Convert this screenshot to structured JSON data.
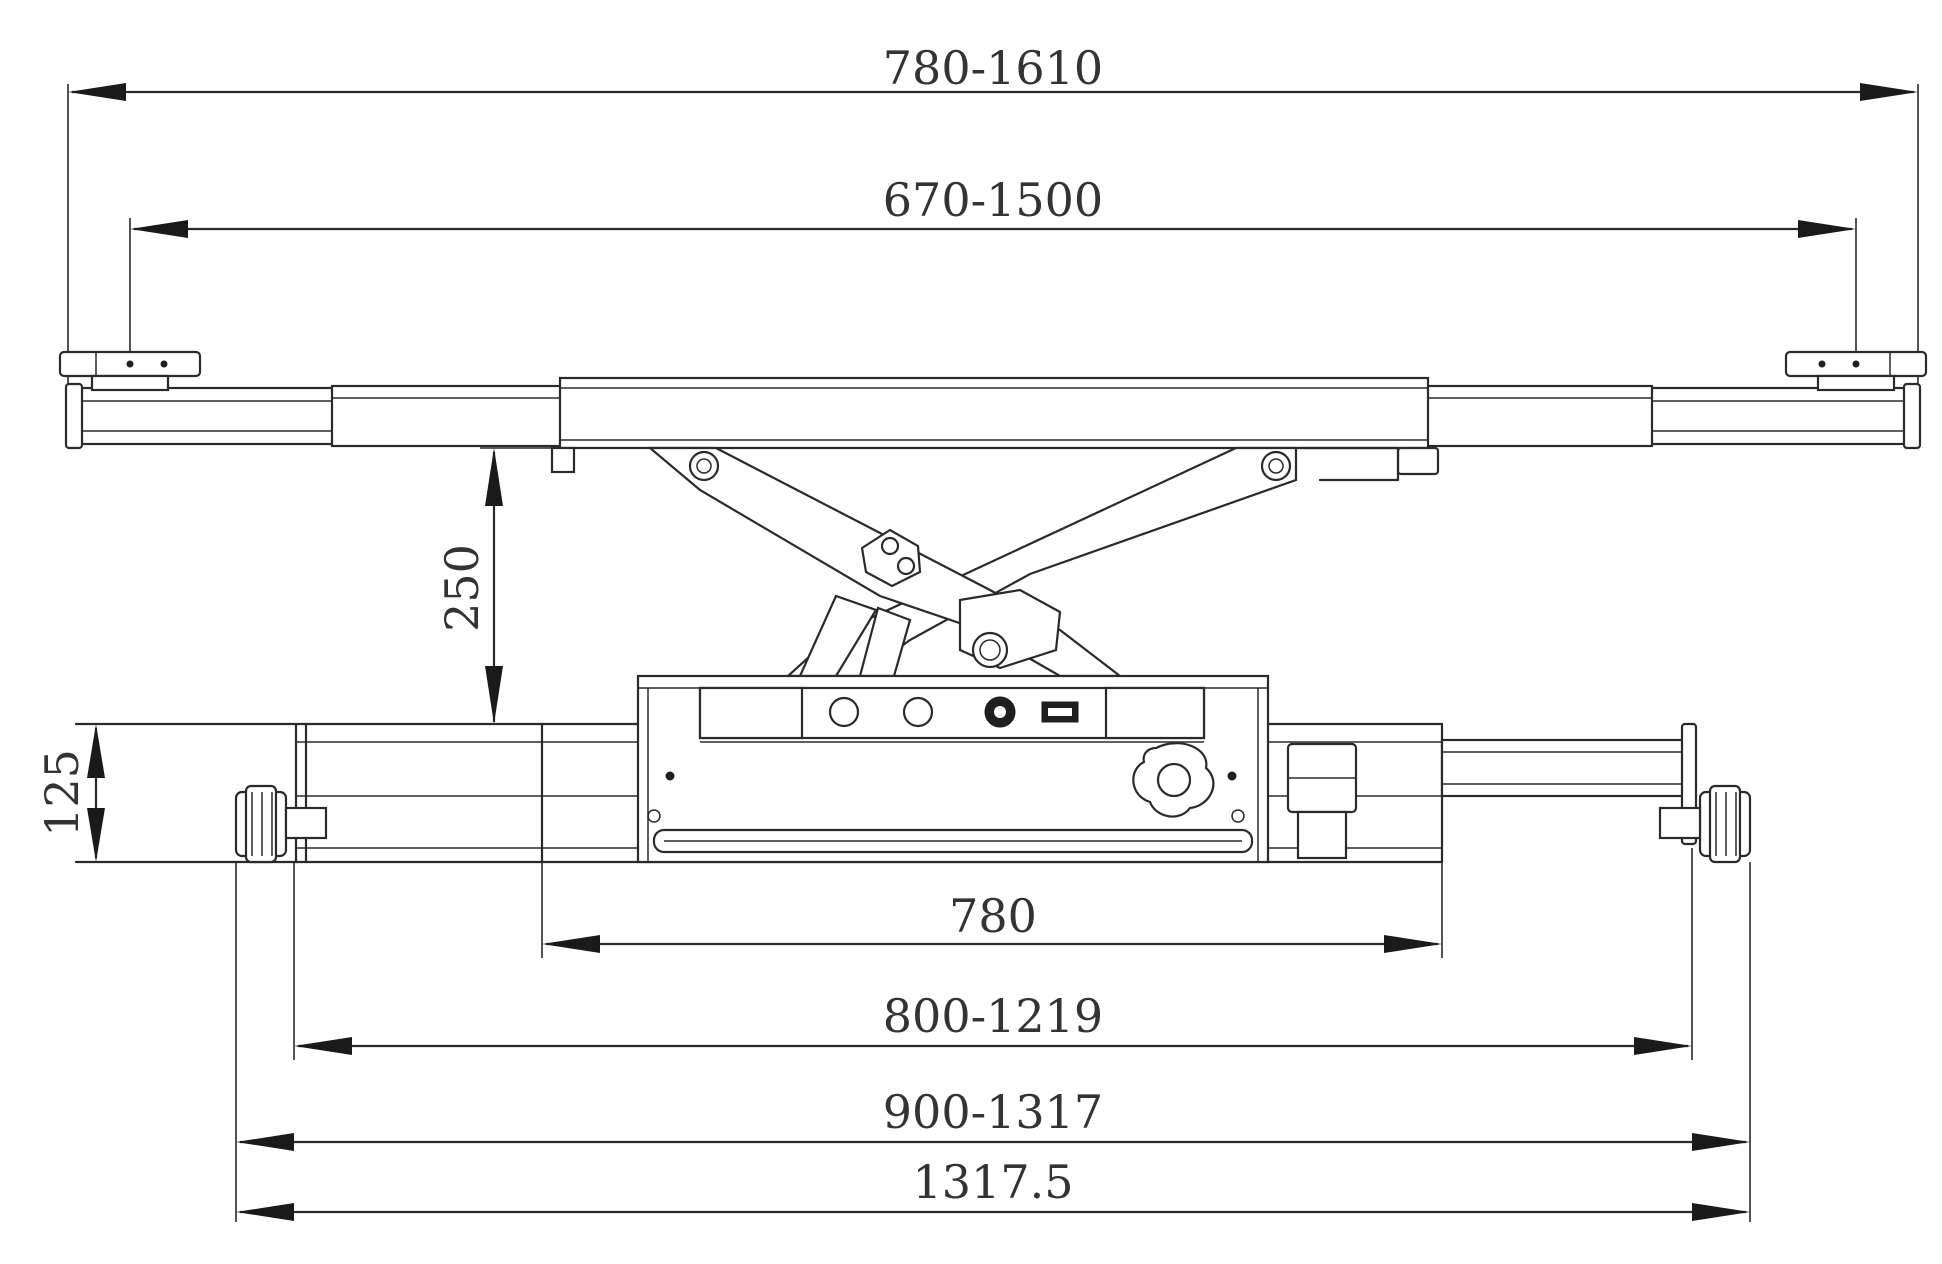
{
  "dimensions": {
    "top_outer": "780-1610",
    "top_inner": "670-1500",
    "lift_height": "250",
    "base_height": "125",
    "base_length": "780",
    "rail_inner": "800-1219",
    "rail_outer": "900-1317",
    "overall": "1317.5"
  }
}
